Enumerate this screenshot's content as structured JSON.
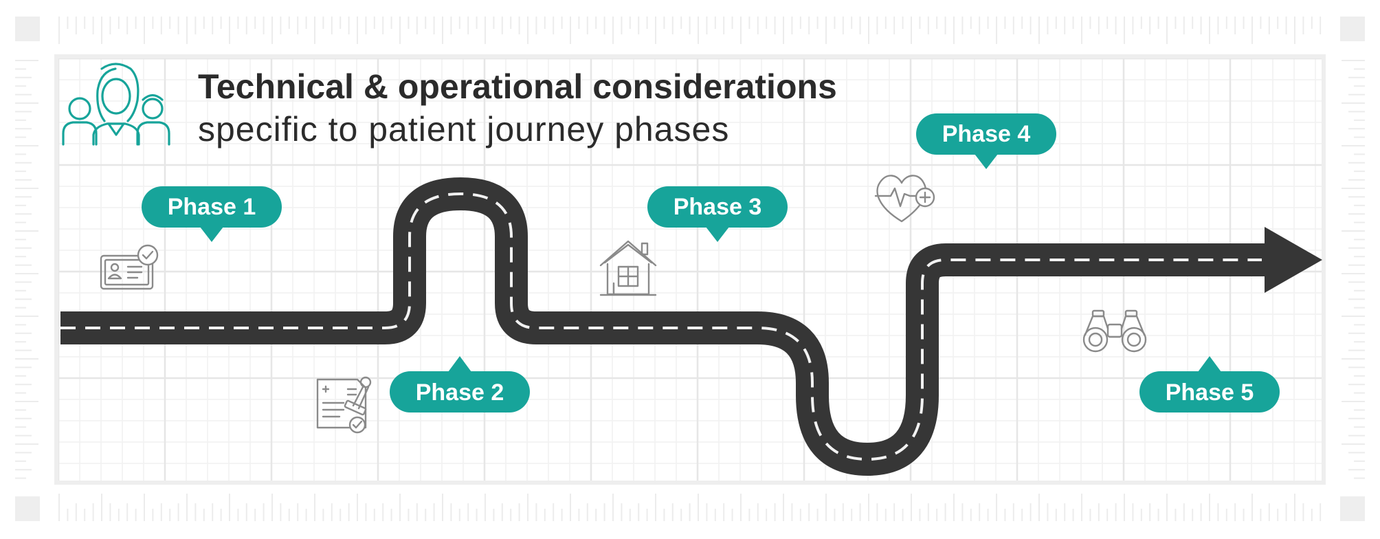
{
  "header": {
    "title_bold": "Technical & operational considerations",
    "title_light": "specific to patient journey phases"
  },
  "phases": [
    {
      "label": "Phase 1",
      "icon": "id-card-check-icon"
    },
    {
      "label": "Phase 2",
      "icon": "medical-document-stamp-icon"
    },
    {
      "label": "Phase 3",
      "icon": "house-icon"
    },
    {
      "label": "Phase 4",
      "icon": "heart-pulse-plus-icon"
    },
    {
      "label": "Phase 5",
      "icon": "binoculars-icon"
    }
  ],
  "header_icon": "patient-group-icon",
  "colors": {
    "accent": "#17a49a",
    "road": "#363636",
    "road_dash": "#f2f2f2",
    "icon_gray": "#8a8a8a",
    "grid": "#e9e9e9",
    "frame": "#eeeeee",
    "text": "#2b2b2b"
  }
}
